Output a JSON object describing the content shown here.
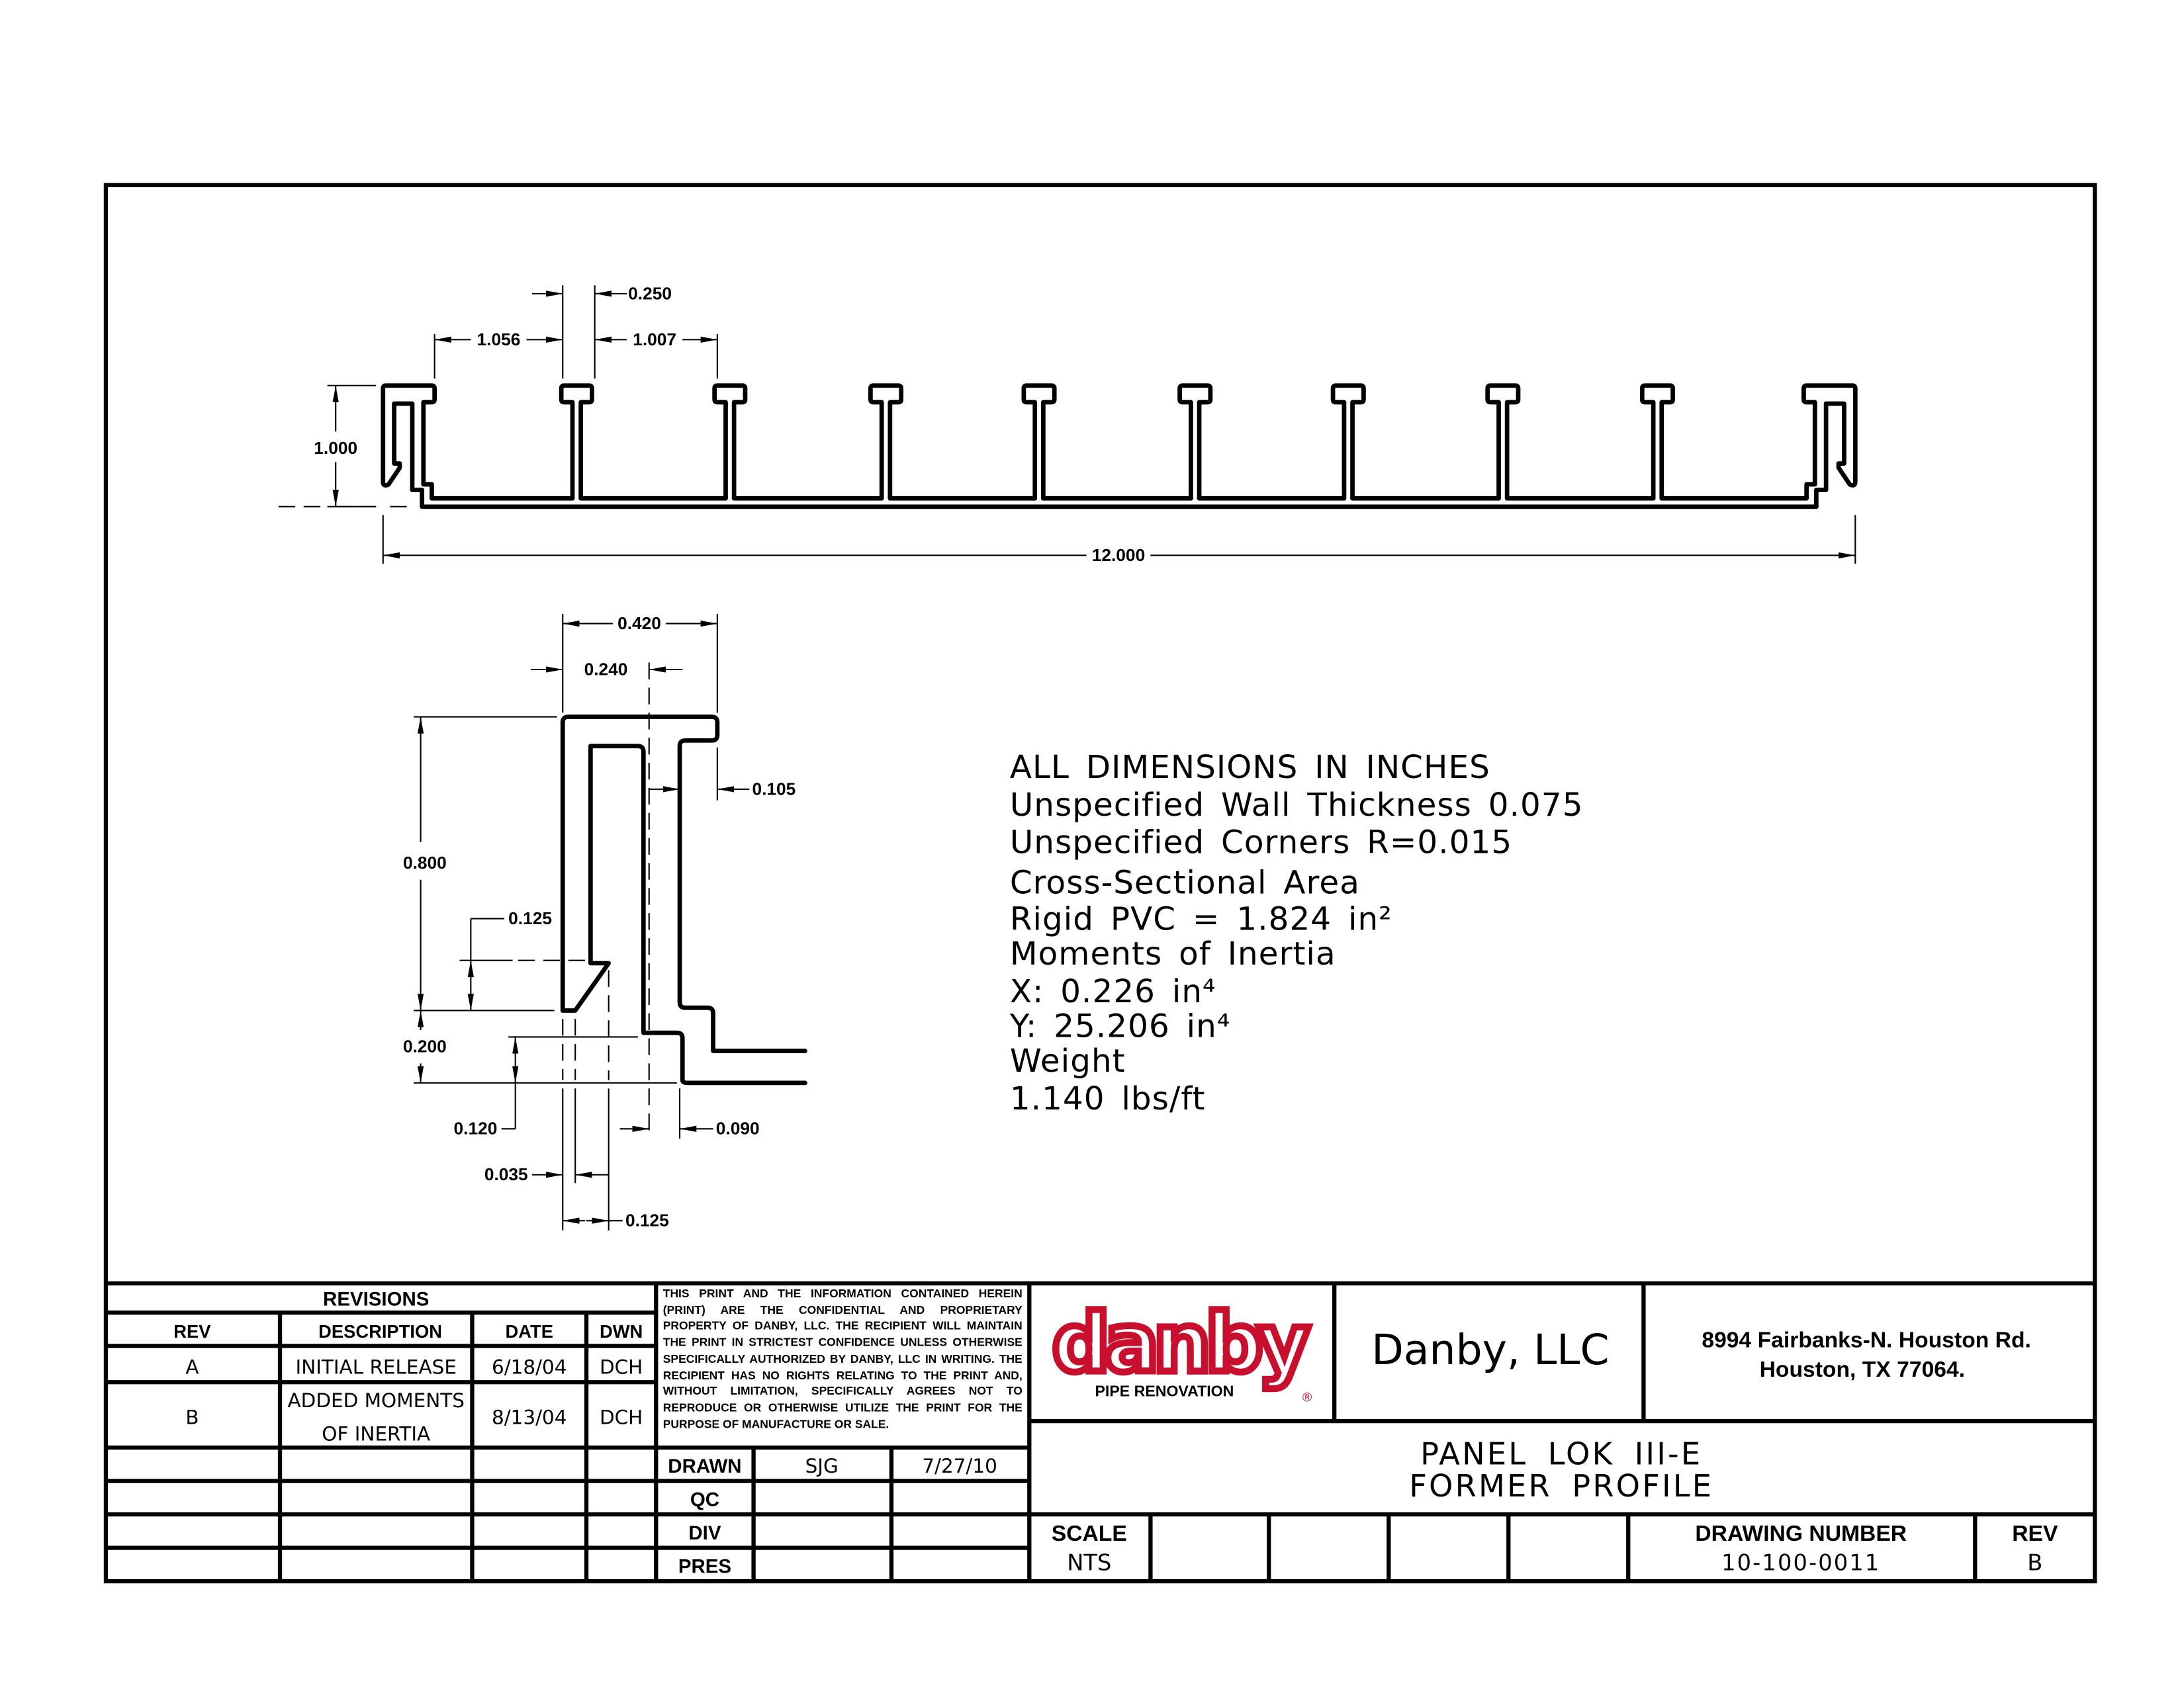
{
  "drawing": {
    "top_view": {
      "dims": {
        "overall_width": "12.000",
        "height": "1.000",
        "first_gap": "1.056",
        "rib_cap": "0.250",
        "rib_gap": "1.007"
      }
    },
    "detail_view": {
      "dims": {
        "width": "0.420",
        "inner_width": "0.240",
        "lip": "0.105",
        "height": "0.800",
        "hook_height": "0.125",
        "base": "0.200",
        "step": "0.120",
        "wall": "0.090",
        "tip": "0.035",
        "hook_width": "0.125"
      }
    },
    "notes": [
      "ALL DIMENSIONS IN INCHES",
      "Unspecified Wall Thickness 0.075",
      "Unspecified Corners R=0.015",
      "Cross-Sectional Area",
      "Rigid PVC = 1.824 in²",
      "Moments of Inertia",
      "X: 0.226 in⁴",
      "Y: 25.206 in⁴",
      "Weight",
      "1.140 lbs/ft"
    ]
  },
  "title_block": {
    "revisions": {
      "title": "REVISIONS",
      "headers": [
        "REV",
        "DESCRIPTION",
        "DATE",
        "DWN"
      ],
      "rows": [
        {
          "rev": "A",
          "description": "INITIAL RELEASE",
          "description_line2": "",
          "date": "6/18/04",
          "dwn": "DCH"
        },
        {
          "rev": "B",
          "description": "ADDED MOMENTS",
          "description_line2": "OF INERTIA",
          "date": "8/13/04",
          "dwn": "DCH"
        }
      ]
    },
    "confidentiality": "THIS PRINT AND THE INFORMATION CONTAINED HEREIN (PRINT) ARE THE CONFIDENTIAL AND PROPRIETARY PROPERTY OF DANBY, LLC. THE RECIPIENT WILL MAINTAIN THE PRINT IN STRICTEST CONFIDENCE UNLESS OTHERWISE SPECIFICALLY AUTHORIZED BY DANBY, LLC IN WRITING. THE RECIPIENT HAS NO RIGHTS RELATING TO THE PRINT AND, WITHOUT LIMITATION, SPECIFICALLY AGREES NOT TO REPRODUCE OR OTHERWISE UTILIZE THE PRINT FOR THE PURPOSE OF MANUFACTURE OR SALE.",
    "signoff": [
      {
        "label": "DRAWN",
        "name": "SJG",
        "date": "7/27/10"
      },
      {
        "label": "QC",
        "name": "",
        "date": ""
      },
      {
        "label": "DIV",
        "name": "",
        "date": ""
      },
      {
        "label": "PRES",
        "name": "",
        "date": ""
      }
    ],
    "logo": {
      "wordmark": "danby",
      "tagline": "PIPE RENOVATION",
      "registered": "®",
      "color": "#c8102e"
    },
    "company": "Danby, LLC",
    "address_line1": "8994 Fairbanks-N. Houston Rd.",
    "address_line2": "Houston, TX 77064.",
    "title_line1": "PANEL LOK III-E",
    "title_line2": "FORMER PROFILE",
    "scale_label": "SCALE",
    "scale_value": "NTS",
    "drawing_number_label": "DRAWING NUMBER",
    "drawing_number": "10-100-0011",
    "rev_label": "REV",
    "rev_value": "B"
  }
}
